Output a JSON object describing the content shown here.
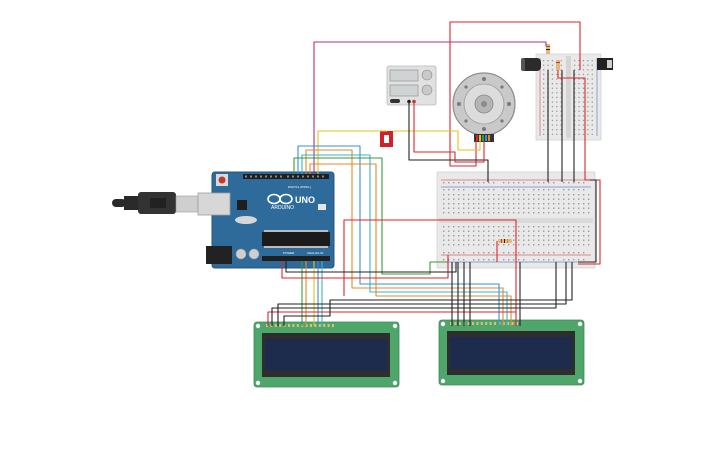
{
  "arduino": {
    "model_label": "UNO",
    "brand_label": "ARDUINO",
    "digital_label": "DIGITAL (PWM~)",
    "power_label": "POWER",
    "analog_label": "ANALOG IN"
  },
  "colors": {
    "board_blue": "#2f6b9a",
    "breadboard": "#e9e9e9",
    "lcd_pcb": "#4ea66a",
    "lcd_screen": "#1d2b4d",
    "wire_red": "#d8262f",
    "wire_black": "#222222",
    "wire_green": "#3a9a3a",
    "wire_yellow": "#e5c21b",
    "wire_blue": "#3b8fd0",
    "wire_orange": "#e08a2e",
    "wire_magenta": "#b0307f",
    "wire_cyan": "#37b6c9"
  },
  "components": [
    "usb-cable",
    "arduino-uno",
    "full-breadboard",
    "half-breadboard",
    "dc-power-supply",
    "stepper-motor",
    "slide-switch",
    "lcd-16x2-left",
    "lcd-16x2-right",
    "electrolytic-capacitor",
    "resistor",
    "battery-clip"
  ]
}
